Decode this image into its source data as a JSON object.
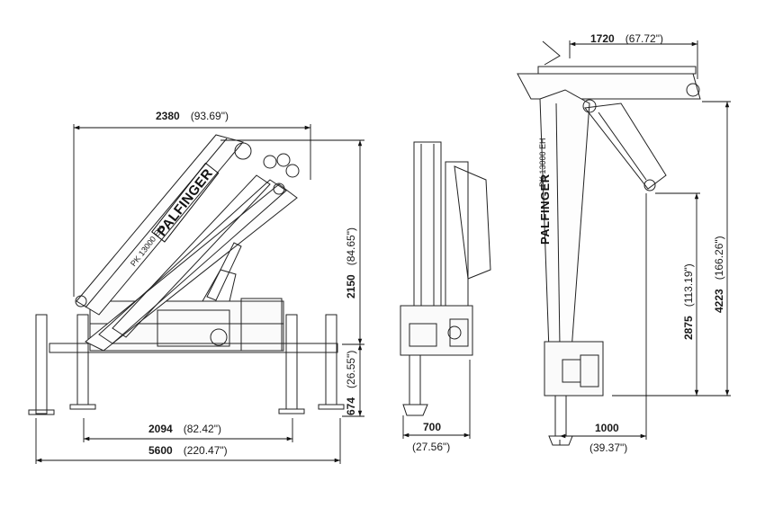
{
  "brand": "PALFINGER",
  "model": "PK 13000 EH",
  "side_view": {
    "width_mm": "2380",
    "width_in": "(93.69\")",
    "height_mm": "2150",
    "height_in": "(84.65\")",
    "stab_low_mm": "674",
    "stab_low_in": "(26.55\")",
    "stab_inner_mm": "2094",
    "stab_inner_in": "(82.42\")",
    "stab_outer_mm": "5600",
    "stab_outer_in": "(220.47\")"
  },
  "end_view": {
    "width_mm": "700",
    "width_in": "(27.56\")"
  },
  "reach_view": {
    "top_mm": "1720",
    "top_in": "(67.72\")",
    "mid_mm": "2875",
    "mid_in": "(113.19\")",
    "total_mm": "4223",
    "total_in": "(166.26\")",
    "base_mm": "1000",
    "base_in": "(39.37\")"
  }
}
